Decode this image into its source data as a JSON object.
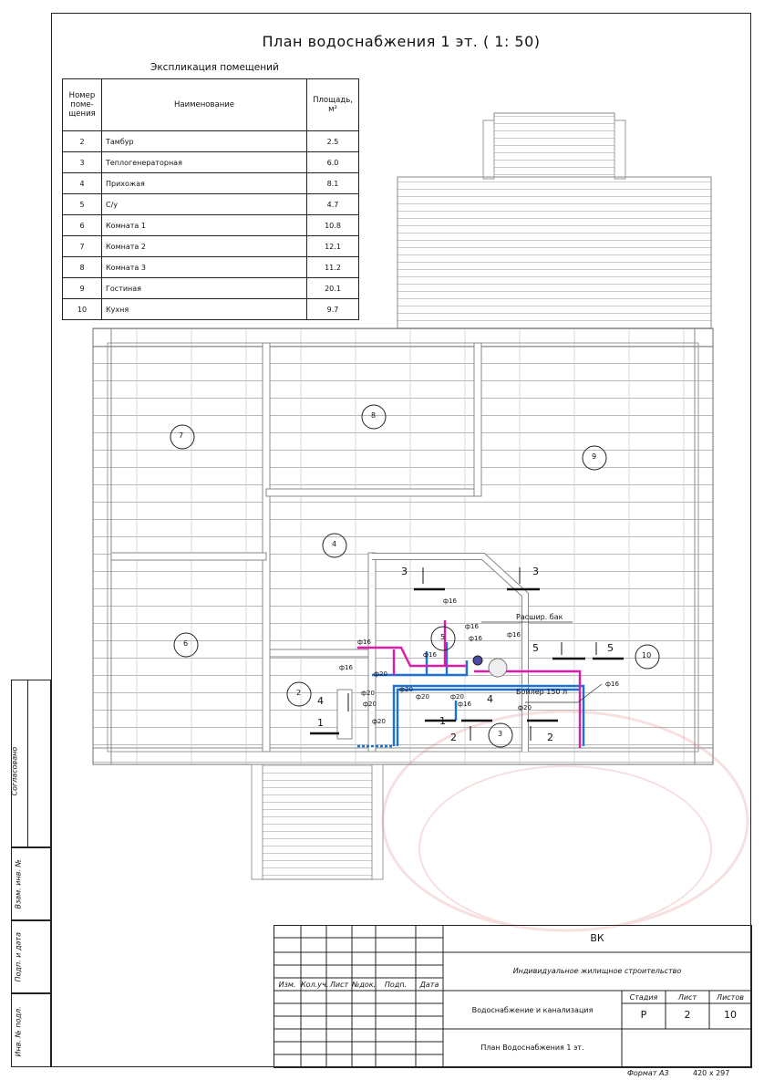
{
  "sheet": {
    "title": "План водоснабжения 1 эт. ( 1: 50)"
  },
  "explication": {
    "title": "Экспликация помещений",
    "headers": {
      "number": "Номер поме- щения",
      "name": "Наименование",
      "area": "Площадь, м²"
    },
    "rows": [
      {
        "number": "2",
        "name": "Тамбур",
        "area": "2.5"
      },
      {
        "number": "3",
        "name": "Теплогенераторная",
        "area": "6.0"
      },
      {
        "number": "4",
        "name": "Прихожая",
        "area": "8.1"
      },
      {
        "number": "5",
        "name": "С/у",
        "area": "4.7"
      },
      {
        "number": "6",
        "name": "Комната 1",
        "area": "10.8"
      },
      {
        "number": "7",
        "name": "Комната 2",
        "area": "12.1"
      },
      {
        "number": "8",
        "name": "Комната 3",
        "area": "11.2"
      },
      {
        "number": "9",
        "name": "Гостиная",
        "area": "20.1"
      },
      {
        "number": "10",
        "name": "Кухня",
        "area": "9.7"
      }
    ]
  },
  "plan": {
    "room_markers": [
      "7",
      "8",
      "9",
      "4",
      "6",
      "10",
      "2",
      "3",
      "5"
    ],
    "pipe_labels": {
      "d16": "ф16",
      "d20": "ф20",
      "expansion_tank": "Расшир. бак",
      "boiler": "Бойлер 150 л"
    },
    "section_marks": [
      "1",
      "2",
      "3",
      "4",
      "5"
    ],
    "colors": {
      "cold_water": "#1f6fd6",
      "hot_water": "#e01aa8",
      "walls": "#8a8a8a"
    }
  },
  "sidebar": {
    "agreed": "Согласовано",
    "inv_replace": "Взам. инв. №",
    "sign_date": "Подп. и дата",
    "inv_orig": "Инв. № подл."
  },
  "title_block": {
    "code": "ВК",
    "project": "Индивидуальное жилищное строительство",
    "section": "Водоснабжение и канализация",
    "drawing": "План Водоснабжения 1 эт.",
    "col_headers": [
      "Изм.",
      "Кол.уч.",
      "Лист",
      "№док.",
      "Подп.",
      "Дата"
    ],
    "stage_label": "Стадия",
    "sheet_label": "Лист",
    "sheets_label": "Листов",
    "stage": "Р",
    "sheet": "2",
    "sheets": "10",
    "format_label": "Формат А3",
    "format_size": "420 x 297"
  }
}
